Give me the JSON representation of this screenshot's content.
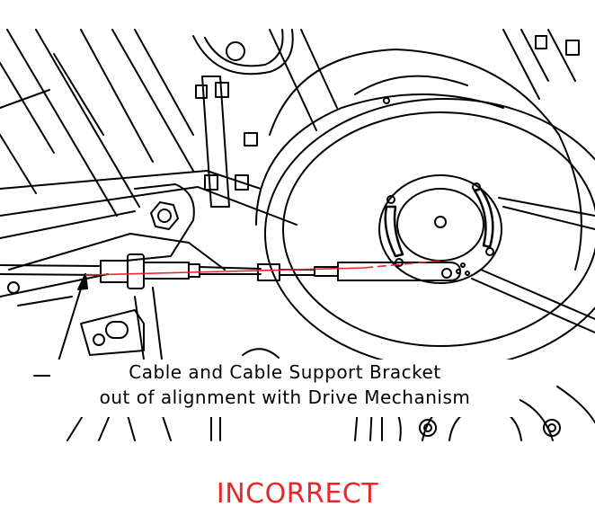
{
  "caption": {
    "line1": "Cable and Cable Support Bracket",
    "line2": "out of alignment with Drive Mechanism"
  },
  "status": {
    "label": "INCORRECT",
    "color": "#e8272b"
  },
  "colors": {
    "line_art": "#000000",
    "alignment_line": "#e8272b",
    "background": "#ffffff"
  }
}
